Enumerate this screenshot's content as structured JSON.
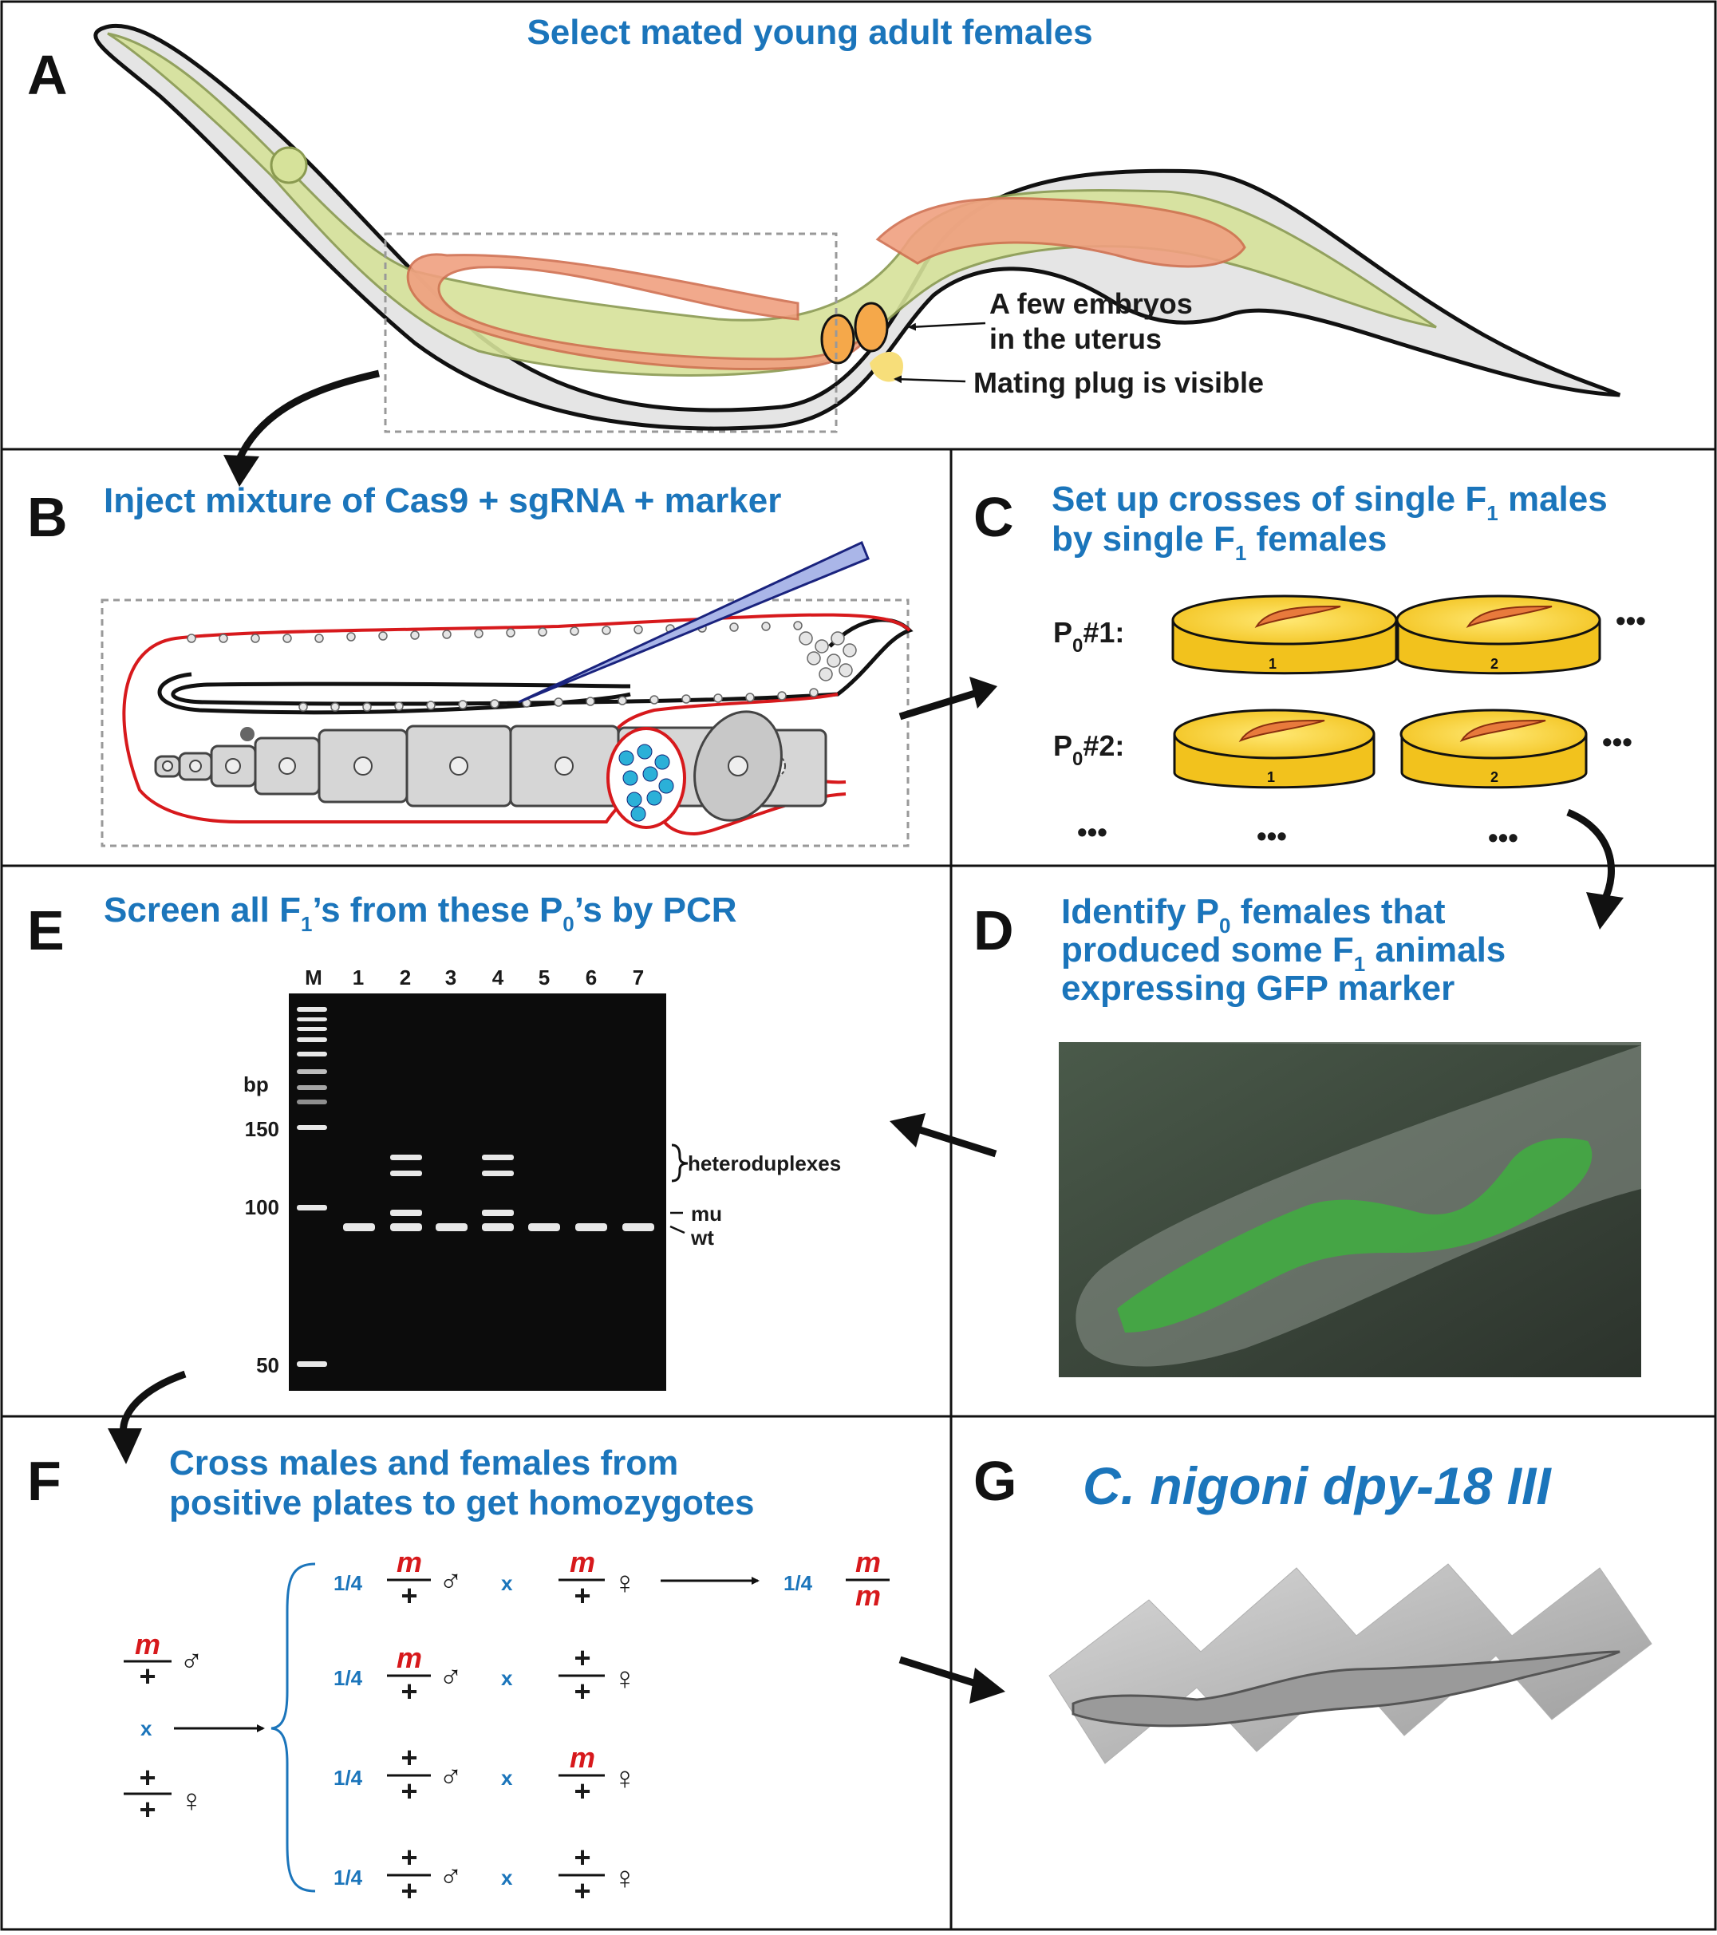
{
  "panels": {
    "a": {
      "letter": "A",
      "title": "Select mated young adult females",
      "note_embryos_1": "A few embryos",
      "note_embryos_2": "in the uterus",
      "note_plug": "Mating plug is visible"
    },
    "b": {
      "letter": "B",
      "title": "Inject mixture of Cas9 + sgRNA + marker"
    },
    "c": {
      "letter": "C",
      "title_1a": "Set up crosses of single F",
      "title_1b": " males",
      "title_2a": "by single F",
      "title_2b": " females",
      "sub": "1",
      "rows": [
        {
          "p0": "P",
          "p0_sub": "0",
          "p0_rest": "#1:",
          "plates": [
            "1",
            "2"
          ]
        },
        {
          "p0": "P",
          "p0_sub": "0",
          "p0_rest": "#2:",
          "plates": [
            "1",
            "2"
          ]
        }
      ],
      "ellipsis": "•••"
    },
    "d": {
      "letter": "D",
      "title_1a": "Identify P",
      "title_1b": " females that",
      "title_2a": "produced some F",
      "title_2b": " animals",
      "title_3": "expressing GFP marker",
      "sub0": "0",
      "sub1": "1"
    },
    "e": {
      "letter": "E",
      "title_a": "Screen all F",
      "title_b": "’s from these P",
      "title_c": "’s by PCR",
      "sub1": "1",
      "sub0": "0",
      "lanes": [
        "M",
        "1",
        "2",
        "3",
        "4",
        "5",
        "6",
        "7"
      ],
      "bp_label": "bp",
      "ladder": [
        "150",
        "100",
        "50"
      ],
      "band_labels": {
        "hetero": "heteroduplexes",
        "mu": "mu",
        "wt": "wt"
      }
    },
    "f": {
      "letter": "F",
      "title_1": "Cross males and females from",
      "title_2": "positive plates to get homozygotes",
      "parent_m": "m",
      "plus": "+",
      "x": "x",
      "frac": "1/4",
      "male": "♂",
      "female": "♀",
      "result_top": "m",
      "result_bottom": "m"
    },
    "g": {
      "letter": "G",
      "title": "C. nigoni dpy-18 III"
    }
  }
}
